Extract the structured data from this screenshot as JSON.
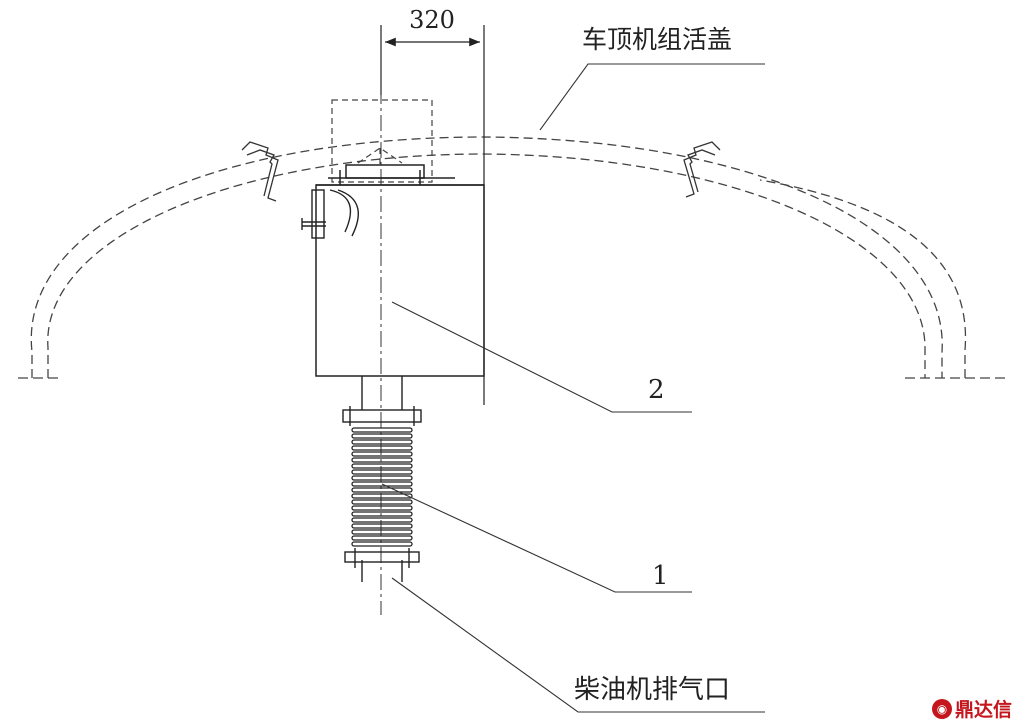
{
  "labels": {
    "dimension": "320",
    "roof_cover": "车顶机组活盖",
    "part_2": "2",
    "part_1": "1",
    "exhaust_outlet": "柴油机排气口"
  },
  "watermark": {
    "icon": "dingdaxin-logo-icon",
    "text": "鼎达信"
  },
  "colors": {
    "line": "#333333",
    "watermark": "#c4161c"
  }
}
